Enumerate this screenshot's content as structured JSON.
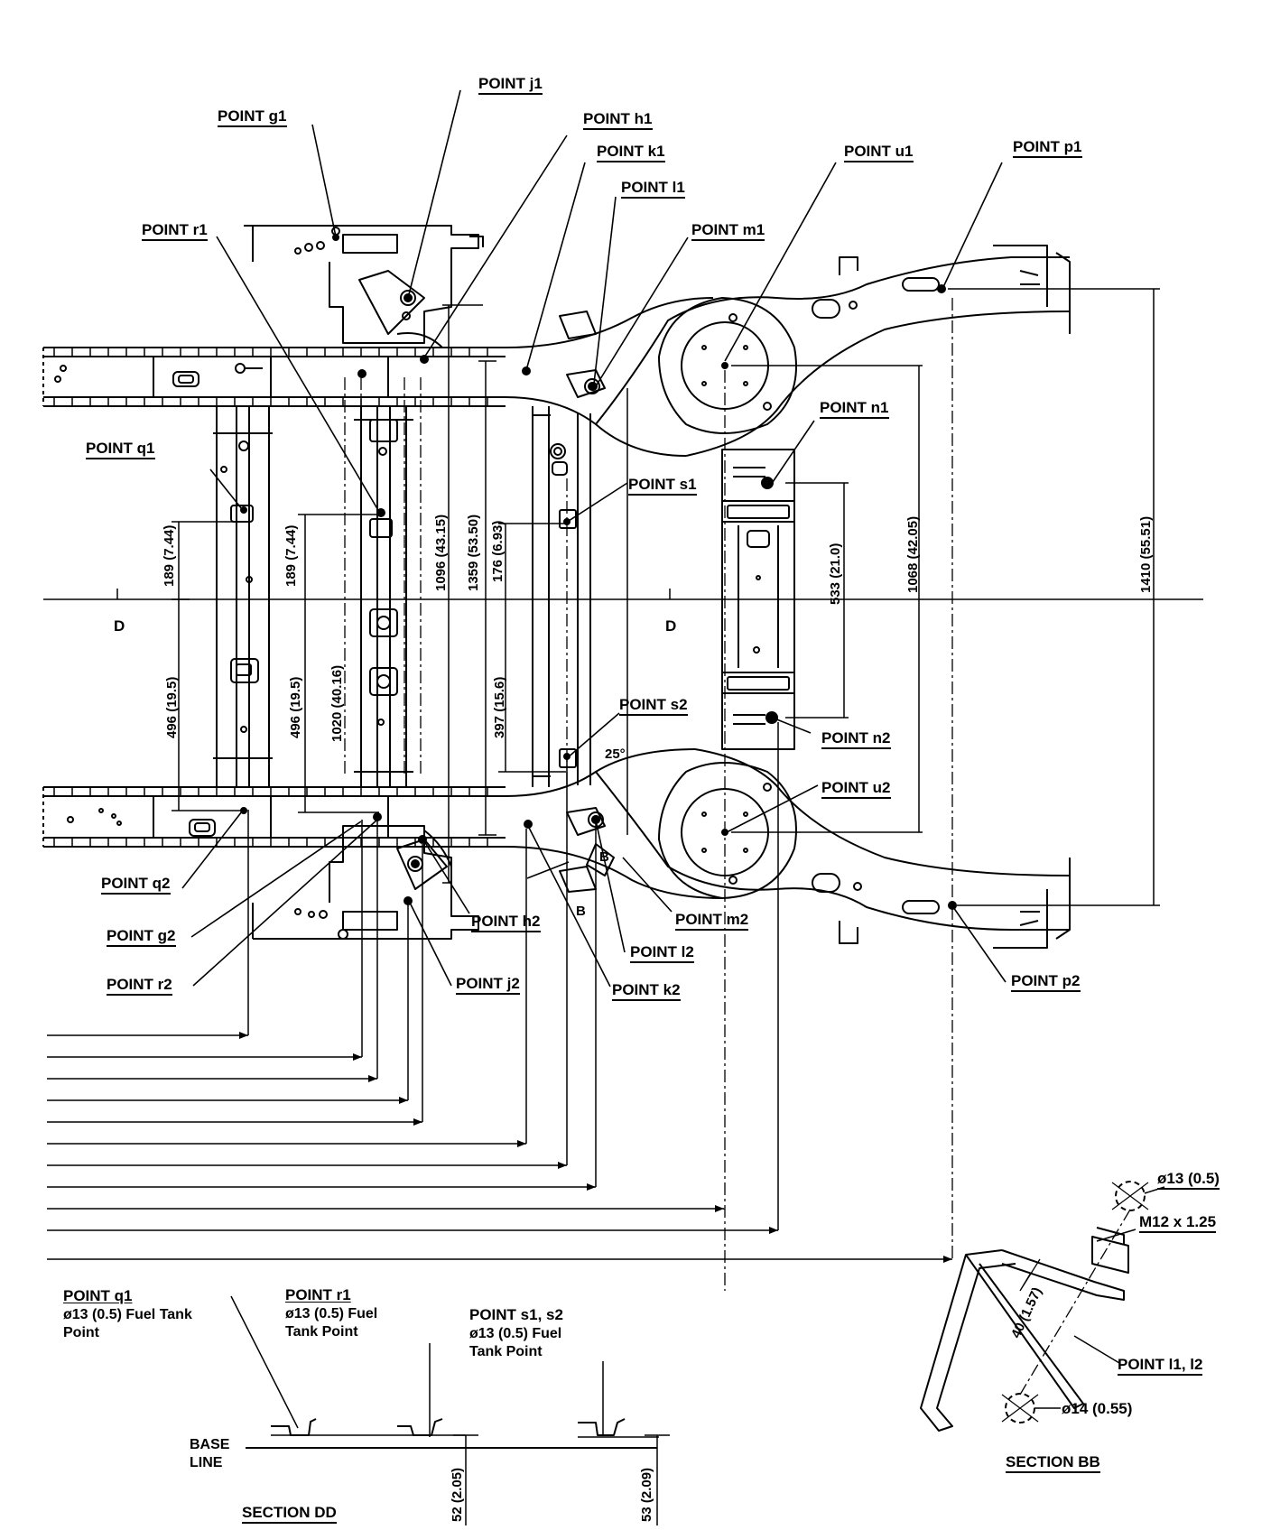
{
  "points": {
    "g1": "POINT g1",
    "j1": "POINT j1",
    "h1": "POINT h1",
    "k1": "POINT k1",
    "l1": "POINT l1",
    "m1": "POINT m1",
    "r1": "POINT r1",
    "u1": "POINT u1",
    "p1": "POINT p1",
    "n1": "POINT n1",
    "q1": "POINT q1",
    "s1": "POINT s1",
    "s2": "POINT s2",
    "n2": "POINT n2",
    "u2": "POINT u2",
    "q2": "POINT q2",
    "g2": "POINT g2",
    "r2": "POINT r2",
    "h2": "POINT h2",
    "j2": "POINT j2",
    "k2": "POINT k2",
    "l2": "POINT l2",
    "m2": "POINT m2",
    "p2": "POINT p2"
  },
  "dimensions": {
    "q1_189": "189 (7.44)",
    "q1_496": "496 (19.5)",
    "r1_189": "189 (7.44)",
    "r1_496": "496 (19.5)",
    "d1020": "1020 (40.16)",
    "d1096": "1096 (43.15)",
    "d1359": "1359 (53.50)",
    "d176": "176 (6.93)",
    "d397": "397 (15.6)",
    "d533": "533 (21.0)",
    "d1068": "1068 (42.05)",
    "d1410": "1410 (55.51)",
    "angle": "25°",
    "d52": "52 (2.05)",
    "d53": "53 (2.09)",
    "d40": "40 (1.57)"
  },
  "markers": {
    "d_left": "D",
    "d_right": "D",
    "b_upper": "B",
    "b_lower": "B"
  },
  "section_dd": {
    "title": "SECTION DD",
    "base_line": "BASE\nLINE",
    "q1_title": "POINT q1",
    "q1_desc": "ø13 (0.5) Fuel Tank\nPoint",
    "r1_title": "POINT r1",
    "r1_desc": "ø13 (0.5) Fuel\nTank Point",
    "s_title": "POINT s1, s2",
    "s_desc": "ø13 (0.5) Fuel\nTank Point"
  },
  "section_bb": {
    "title": "SECTION BB",
    "hole_top": "ø13 (0.5)",
    "bolt": "M12 x 1.25",
    "point": "POINT l1, l2",
    "hole_bottom": "ø14 (0.55)"
  }
}
